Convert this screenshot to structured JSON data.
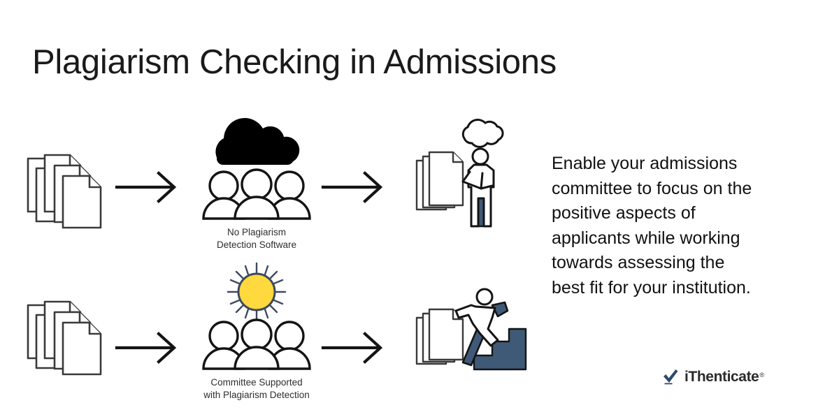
{
  "page": {
    "title": "Plagiarism Checking in Admissions",
    "background_color": "#ffffff"
  },
  "colors": {
    "ink": "#1a1a1a",
    "outline": "#231f20",
    "cloud_dark": "#000000",
    "sun_fill": "#FFD93D",
    "sun_outline": "#3e4a5e",
    "accent_blue": "#3f5a77",
    "logo_check": "#2c4a6b",
    "paper_fill": "#ffffff",
    "caption_text": "#2e2e2e"
  },
  "flow": {
    "rows": [
      {
        "id": "without-detection",
        "input": {
          "icon": "document-stack-icon",
          "sheet_count": 3
        },
        "arrow_1": {
          "icon": "arrow-right-icon"
        },
        "process": {
          "weather_icon": "dark-cloud-icon",
          "people_icon": "three-people-icon",
          "caption_lines": [
            "No Plagiarism",
            "Detection Software"
          ]
        },
        "arrow_2": {
          "icon": "arrow-right-icon"
        },
        "outcome": {
          "documents_icon": "document-stack-icon",
          "figure_icon": "person-thinking-icon",
          "thought_icon": "thought-cloud-icon"
        }
      },
      {
        "id": "with-detection",
        "input": {
          "icon": "document-stack-icon",
          "sheet_count": 3
        },
        "arrow_1": {
          "icon": "arrow-right-icon"
        },
        "process": {
          "weather_icon": "sun-icon",
          "people_icon": "three-people-icon",
          "caption_lines": [
            "Committee Supported",
            "with Plagiarism Detection"
          ]
        },
        "arrow_2": {
          "icon": "arrow-right-icon"
        },
        "outcome": {
          "documents_icon": "document-stack-icon",
          "figure_icon": "person-climbing-stairs-icon",
          "stairs_icon": "stairs-icon"
        }
      }
    ]
  },
  "body_copy": {
    "full_text": "Enable your admissions committee to focus on the positive aspects of applicants while working towards assessing the best fit for your institution.",
    "lines": [
      "Enable your admissions",
      "committee to focus on the",
      "positive aspects of",
      "applicants while working",
      "towards assessing the",
      "best fit for your institution."
    ]
  },
  "logo": {
    "check_icon": "checkmark-icon",
    "wordmark": "iThenticate",
    "registered_mark": "®"
  }
}
